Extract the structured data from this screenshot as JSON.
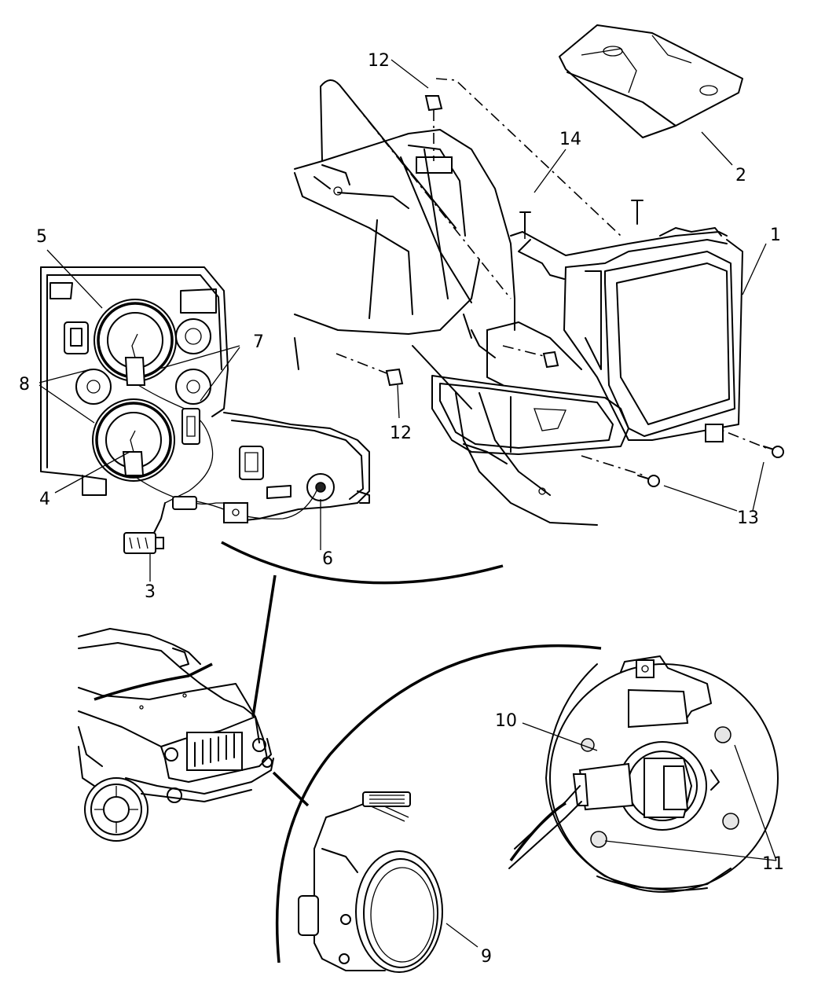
{
  "callouts": [
    {
      "id": "c1",
      "text": "1"
    },
    {
      "id": "c2",
      "text": "2"
    },
    {
      "id": "c3",
      "text": "3"
    },
    {
      "id": "c4",
      "text": "4"
    },
    {
      "id": "c5",
      "text": "5"
    },
    {
      "id": "c6",
      "text": "6"
    },
    {
      "id": "c7",
      "text": "7"
    },
    {
      "id": "c8",
      "text": "8"
    },
    {
      "id": "c9",
      "text": "9"
    },
    {
      "id": "c10",
      "text": "10"
    },
    {
      "id": "c11",
      "text": "11"
    },
    {
      "id": "c12a",
      "text": "12"
    },
    {
      "id": "c12b",
      "text": "12"
    },
    {
      "id": "c13",
      "text": "13"
    },
    {
      "id": "c14",
      "text": "14"
    }
  ]
}
